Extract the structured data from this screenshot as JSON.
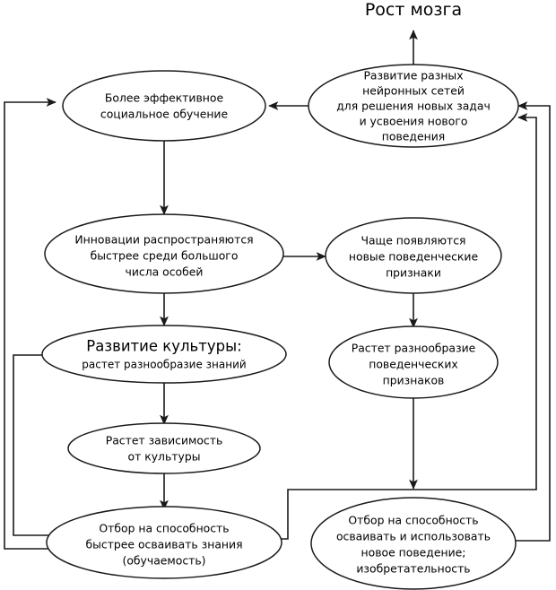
{
  "diagram": {
    "title": "Рост мозга",
    "line_color": "#1a1a1a",
    "node_fill": "#ffffff",
    "nodes": [
      {
        "id": "neural",
        "lines": [
          "Развитие разных",
          "нейронных сетей",
          "для решения новых задач",
          "и усвоения нового",
          "поведения"
        ]
      },
      {
        "id": "social-learning",
        "lines": [
          "Более эффективное",
          "социальное обучение"
        ]
      },
      {
        "id": "innovations",
        "lines": [
          "Инновации распространяются",
          "быстрее среди большого",
          "числа особей"
        ]
      },
      {
        "id": "new-traits",
        "lines": [
          "Чаще появляются",
          "новые поведенческие",
          "признаки"
        ]
      },
      {
        "id": "culture",
        "lines": [
          "Развитие культуры:",
          "растет разнообразие знаний"
        ]
      },
      {
        "id": "trait-diversity",
        "lines": [
          "Растет разнообразие",
          "поведенческих",
          "признаков"
        ]
      },
      {
        "id": "culture-dependence",
        "lines": [
          "Растет зависимость",
          "от культуры"
        ]
      },
      {
        "id": "selection-learning",
        "lines": [
          "Отбор на способность",
          "быстрее осваивать знания",
          "(обучаемость)"
        ]
      },
      {
        "id": "selection-behavior",
        "lines": [
          "Отбор на способность",
          "осваивать и использовать",
          "новое поведение;",
          "изобретательность"
        ]
      }
    ]
  }
}
